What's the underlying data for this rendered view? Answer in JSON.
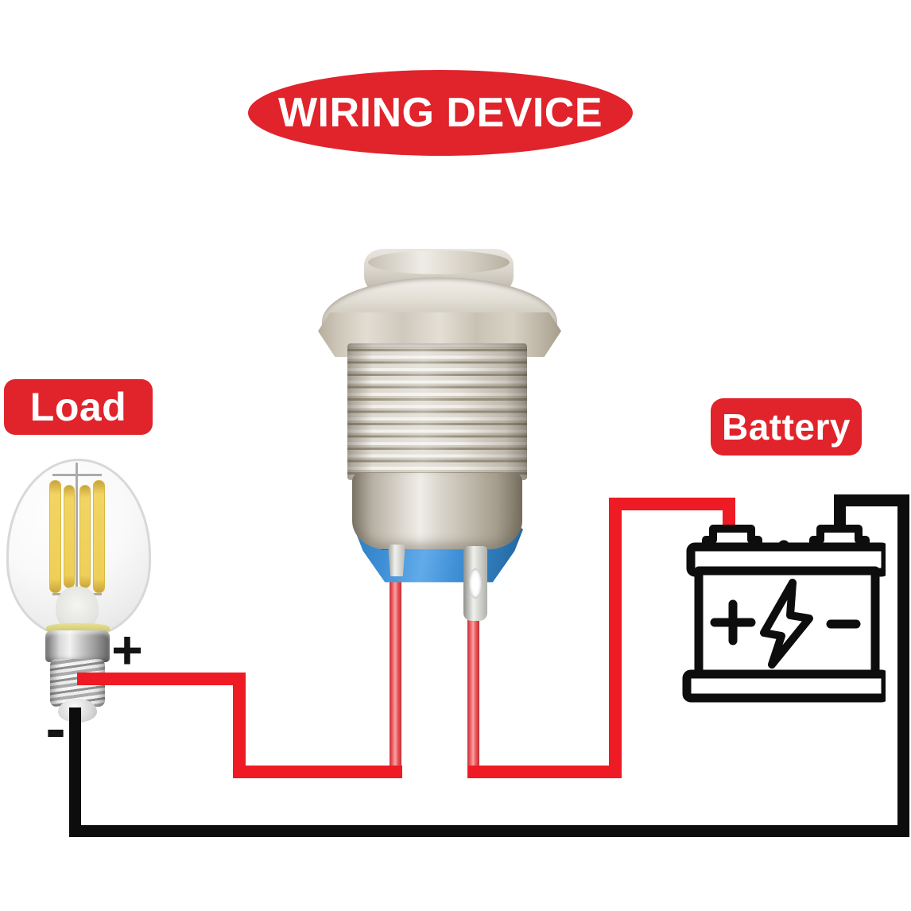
{
  "title": {
    "label": "WIRING DEVICE"
  },
  "badges": {
    "load": "Load",
    "battery": "Battery"
  },
  "bulb": {
    "plus": "+",
    "minus": "-"
  },
  "battery_icon": {
    "symbols": [
      "plus",
      "lightning-bolt",
      "minus"
    ]
  },
  "colors": {
    "background": "#ffffff",
    "badge_red": "#e1232b",
    "wire_red": "#ee1b24",
    "wire_black": "#0d0d0d",
    "switch_blue": "#4191d8",
    "filament_yellow": "#eecf58"
  }
}
